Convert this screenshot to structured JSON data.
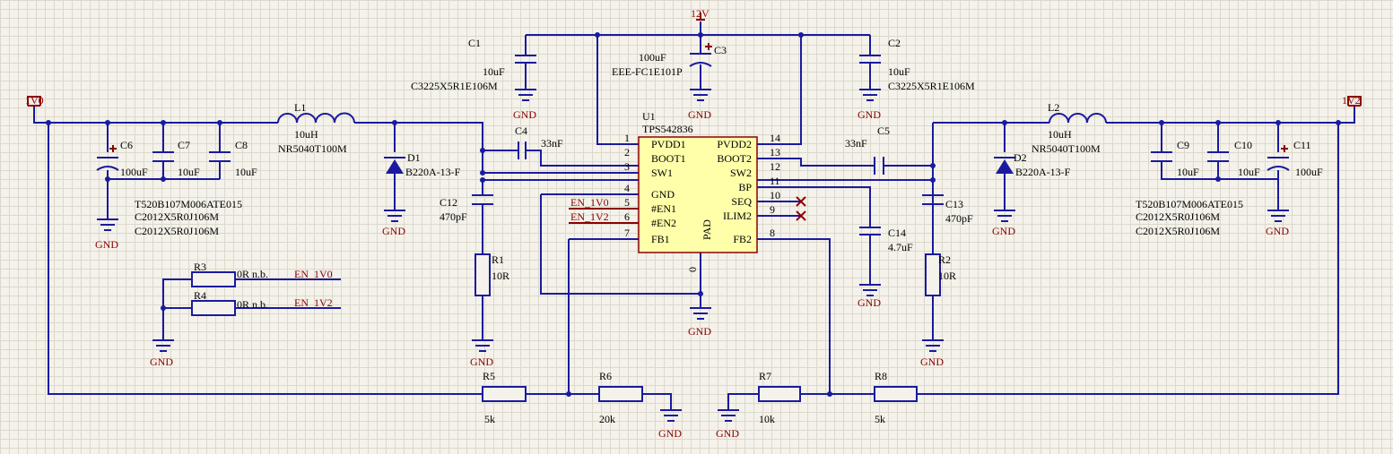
{
  "nets": {
    "v12": "12V",
    "v1v0": "1V0",
    "v1v2": "1V2",
    "gnd": "GND",
    "en1": "EN_1V0",
    "en2": "EN_1V2"
  },
  "ic": {
    "ref": "U1",
    "part": "TPS542836",
    "left_pins": [
      {
        "num": "1",
        "name": "PVDD1"
      },
      {
        "num": "2",
        "name": "BOOT1"
      },
      {
        "num": "3",
        "name": "SW1"
      },
      {
        "num": "4",
        "name": "GND"
      },
      {
        "num": "5",
        "name": "#EN1"
      },
      {
        "num": "6",
        "name": "#EN2"
      },
      {
        "num": "7",
        "name": "FB1"
      }
    ],
    "right_pins": [
      {
        "num": "14",
        "name": "PVDD2"
      },
      {
        "num": "13",
        "name": "BOOT2"
      },
      {
        "num": "12",
        "name": "SW2"
      },
      {
        "num": "11",
        "name": "BP"
      },
      {
        "num": "10",
        "name": "SEQ"
      },
      {
        "num": "9",
        "name": "ILIM2"
      },
      {
        "num": "8",
        "name": "FB2"
      }
    ],
    "pad_label": "PAD",
    "pad_num": "0"
  },
  "components": {
    "C1": {
      "ref": "C1",
      "value": "10uF",
      "part": "C3225X5R1E106M"
    },
    "C2": {
      "ref": "C2",
      "value": "10uF",
      "part": "C3225X5R1E106M"
    },
    "C3": {
      "ref": "C3",
      "value": "100uF",
      "part": "EEE-FC1E101P"
    },
    "C4": {
      "ref": "C4",
      "value": "33nF"
    },
    "C5": {
      "ref": "C5",
      "value": "33nF"
    },
    "C6": {
      "ref": "C6",
      "value": "100uF"
    },
    "C7": {
      "ref": "C7",
      "value": "10uF"
    },
    "C8": {
      "ref": "C8",
      "value": "10uF"
    },
    "C9": {
      "ref": "C9",
      "value": "10uF"
    },
    "C10": {
      "ref": "C10",
      "value": "10uF"
    },
    "C11": {
      "ref": "C11",
      "value": "100uF"
    },
    "C12": {
      "ref": "C12",
      "value": "470pF"
    },
    "C13": {
      "ref": "C13",
      "value": "470pF"
    },
    "C14": {
      "ref": "C14",
      "value": "4.7uF"
    },
    "L1": {
      "ref": "L1",
      "value": "10uH",
      "part": "NR5040T100M"
    },
    "L2": {
      "ref": "L2",
      "value": "10uH",
      "part": "NR5040T100M"
    },
    "D1": {
      "ref": "D1",
      "part": "B220A-13-F"
    },
    "D2": {
      "ref": "D2",
      "part": "B220A-13-F"
    },
    "R1": {
      "ref": "R1",
      "value": "10R"
    },
    "R2": {
      "ref": "R2",
      "value": "10R"
    },
    "R3": {
      "ref": "R3",
      "value": "0R n.b."
    },
    "R4": {
      "ref": "R4",
      "value": "0R n.b."
    },
    "R5": {
      "ref": "R5",
      "value": "5k"
    },
    "R6": {
      "ref": "R6",
      "value": "20k"
    },
    "R7": {
      "ref": "R7",
      "value": "10k"
    },
    "R8": {
      "ref": "R8",
      "value": "5k"
    }
  },
  "bom_left": [
    "T520B107M006ATE015",
    "C2012X5R0J106M",
    "C2012X5R0J106M"
  ],
  "bom_right": [
    "T520B107M006ATE015",
    "C2012X5R0J106M",
    "C2012X5R0J106M"
  ]
}
